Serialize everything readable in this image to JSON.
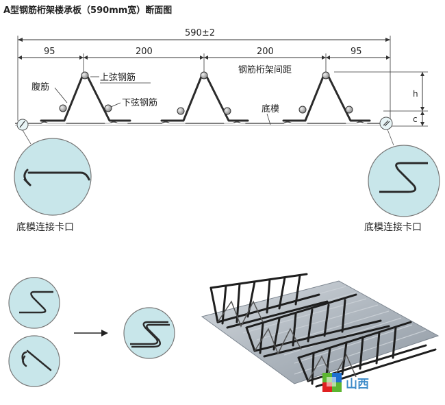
{
  "title": "A型钢筋桁架楼承板（590mm宽）断面图",
  "dimensions": {
    "total_width": "590±2",
    "seg_left": "95",
    "seg_mid1": "200",
    "seg_mid2": "200",
    "seg_right": "95",
    "height_label": "h",
    "clear_label": "c"
  },
  "labels": {
    "web_bar": "腹筋",
    "top_chord": "上弦钢筋",
    "bottom_chord": "下弦钢筋",
    "bottom_form": "底模",
    "truss_spacing": "钢筋桁架间距",
    "left_joint": "底模连接卡口",
    "right_joint": "底模连接卡口"
  },
  "colors": {
    "circle_fill": "#c8e6ea",
    "steel": "#2b2b2b",
    "sheet": "#b9c0c7",
    "logo_green": "#5cb531",
    "logo_blue": "#1e6fd0",
    "logo_red": "#e02121",
    "watermark_text": "#3e8cc9"
  },
  "watermark": {
    "text": "山西"
  }
}
